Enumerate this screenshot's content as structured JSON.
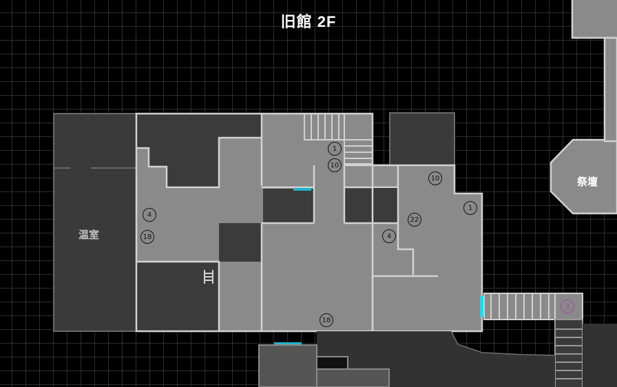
{
  "map": {
    "title": "旧館 2F",
    "rooms": {
      "greenhouse": "温室",
      "altar": "祭壇"
    },
    "colors": {
      "floor": "#8a8a8a",
      "wall": "#d2d2d2",
      "dim_area": "#3a3a3a",
      "door": "#1fb3c9",
      "door_bright": "#1fd8ee",
      "special_marker": "#a44aa6"
    },
    "markers": [
      {
        "id": "m1",
        "label": "1"
      },
      {
        "id": "m2",
        "label": "10"
      },
      {
        "id": "m3",
        "label": "10"
      },
      {
        "id": "m4",
        "label": "1"
      },
      {
        "id": "m5",
        "label": "4"
      },
      {
        "id": "m6",
        "label": "18"
      },
      {
        "id": "m7",
        "label": "22"
      },
      {
        "id": "m8",
        "label": "4"
      },
      {
        "id": "m9",
        "label": "18"
      },
      {
        "id": "m10",
        "label": "3",
        "special": true
      }
    ]
  }
}
